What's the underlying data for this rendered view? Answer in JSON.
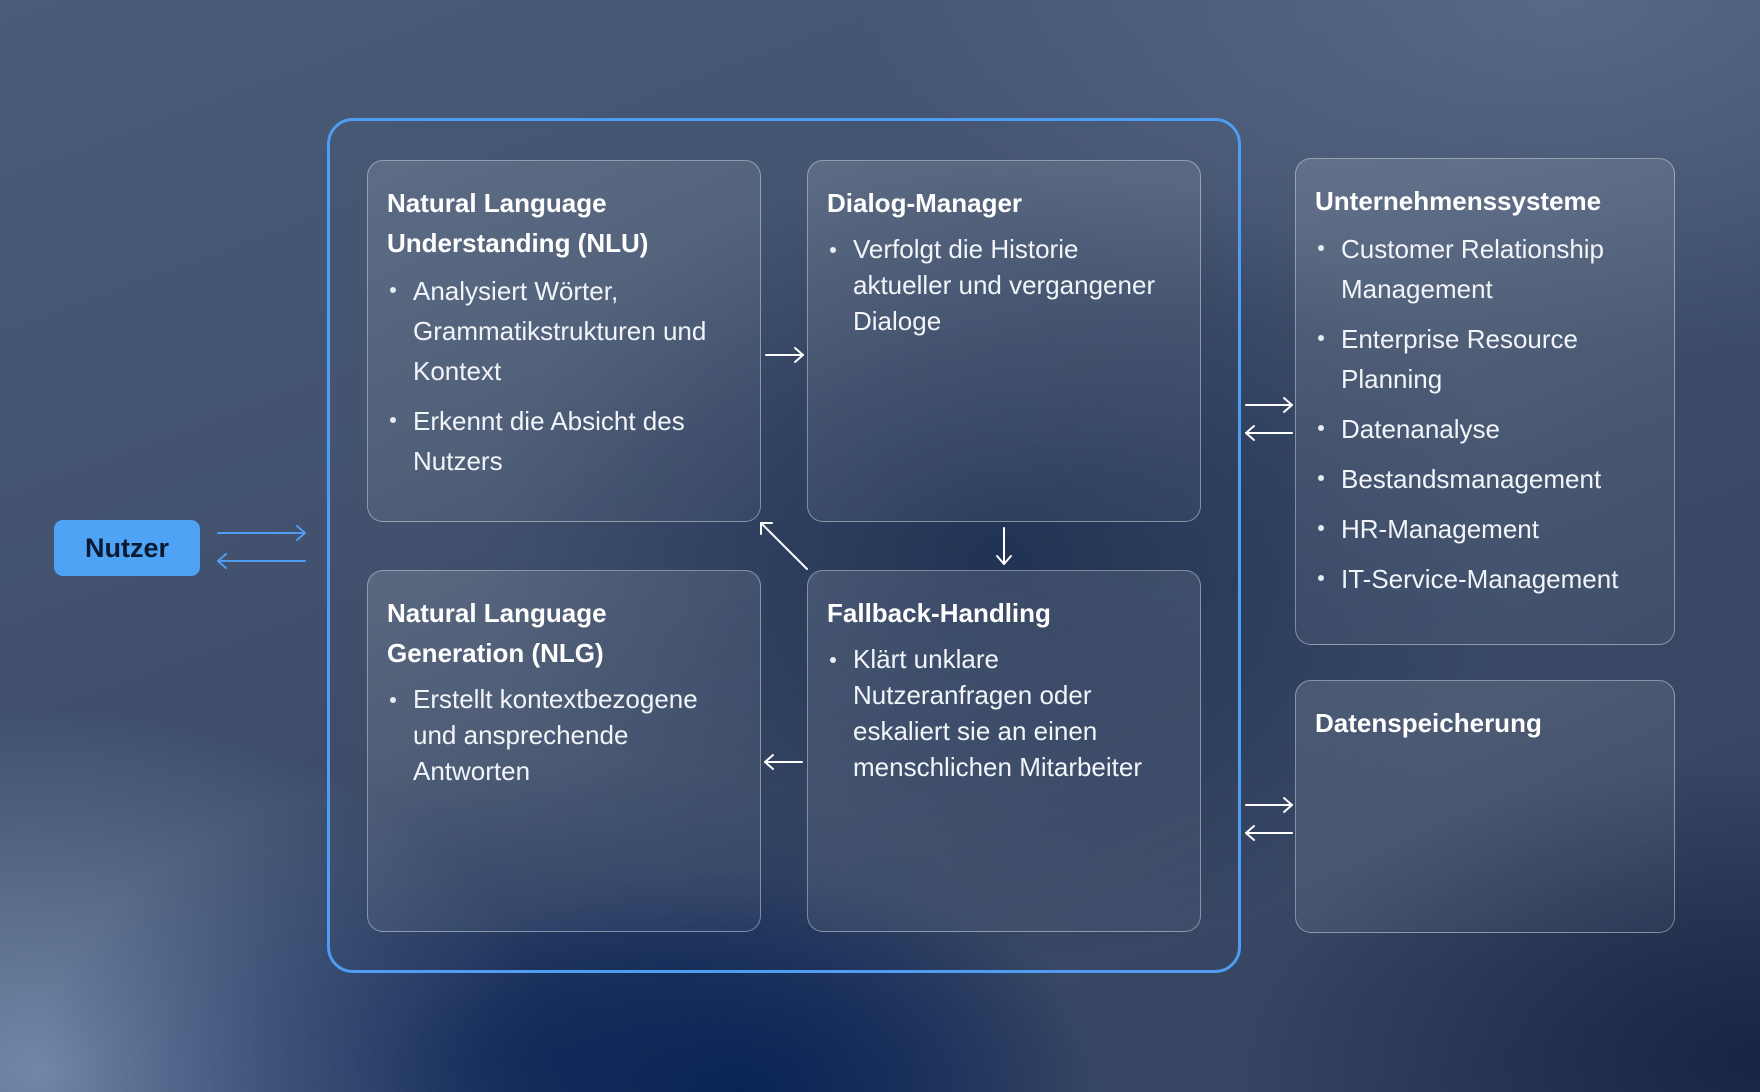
{
  "user": {
    "label": "Nutzer"
  },
  "core": {
    "nlu": {
      "title": "Natural Language Understanding (NLU)",
      "items": [
        "Analysiert Wörter, Grammatikstrukturen und Kontext",
        "Erkennt die Absicht des Nutzers"
      ]
    },
    "dialog_manager": {
      "title": "Dialog-Manager",
      "items": [
        "Verfolgt die Historie aktueller und vergangener Dialoge"
      ]
    },
    "nlg": {
      "title": "Natural Language Generation (NLG)",
      "items": [
        "Erstellt kontextbezogene und ansprechende Antworten"
      ]
    },
    "fallback": {
      "title": "Fallback-Handling",
      "items": [
        "Klärt unklare Nutzeranfragen oder eskaliert sie an einen menschlichen Mitarbeiter"
      ]
    }
  },
  "enterprise": {
    "title": "Unternehmenssysteme",
    "items": [
      "Customer Relationship Management",
      "Enterprise Resource Planning",
      "Datenanalyse",
      "Bestandsmanagement",
      "HR-Management",
      "IT-Service-Management"
    ]
  },
  "storage": {
    "title": "Datenspeicherung"
  },
  "colors": {
    "accent": "#4f9cf0",
    "user_button": "#4fa3f4",
    "arrow": "#ffffff"
  }
}
